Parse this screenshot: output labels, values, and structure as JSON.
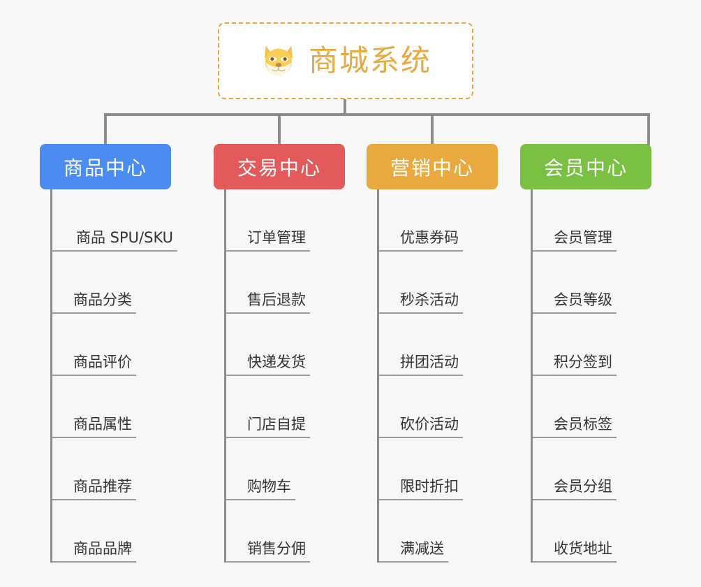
{
  "diagram": {
    "type": "mindmap-tree",
    "background_color": "#f7f7f7",
    "root": {
      "title": "商城系统",
      "icon": "dog-face-emoji",
      "border_color": "#e8a33d",
      "text_color": "#e8a93f",
      "background_color": "#ffffff"
    },
    "connector_color": "#8c8c8c",
    "leaf_text_color": "#333333",
    "leaf_underline_color": "#9a9a9a",
    "branches": [
      {
        "label": "商品中心",
        "color": "#4a8cf0",
        "items": [
          "商品 SPU/SKU",
          "商品分类",
          "商品评价",
          "商品属性",
          "商品推荐",
          "商品品牌"
        ]
      },
      {
        "label": "交易中心",
        "color": "#e45a5a",
        "items": [
          "订单管理",
          "售后退款",
          "快递发货",
          "门店自提",
          "购物车",
          "销售分佣"
        ]
      },
      {
        "label": "营销中心",
        "color": "#eaa93f",
        "items": [
          "优惠券码",
          "秒杀活动",
          "拼团活动",
          "砍价活动",
          "限时折扣",
          "满减送"
        ]
      },
      {
        "label": "会员中心",
        "color": "#7ac143",
        "items": [
          "会员管理",
          "会员等级",
          "积分签到",
          "会员标签",
          "会员分组",
          "收货地址"
        ]
      }
    ]
  }
}
